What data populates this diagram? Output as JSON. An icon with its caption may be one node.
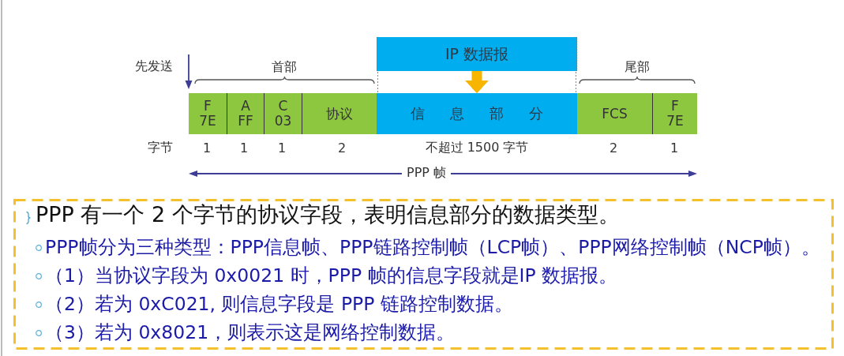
{
  "diagram": {
    "nodes": [
      {
        "text": [
          "IP 数据报"
        ]
      },
      {
        "text": [
          "F",
          "7E"
        ]
      },
      {
        "text": [
          "A",
          "FF"
        ]
      },
      {
        "text": [
          "C",
          "03"
        ]
      },
      {
        "text": [
          "协议"
        ]
      },
      {
        "text": [
          "信 息 部 分"
        ]
      },
      {
        "text": [
          "FCS"
        ]
      },
      {
        "text": [
          "F",
          "7E"
        ]
      },
      {
        "text": [
          "PPP 有一个 2 个字节的协议字段，表明信息部分的数据类型。",
          "PPP帧分为三种类型：PPP信息帧、PPP链路控制帧（LCP帧）、PPP网络控制帧（NCP帧）。",
          "（1）当协议字段为 0x0021 时，PPP 帧的信息字段就是IP 数据报。",
          "（2）若为 0xC021, 则信息字段是 PPP 链路控制数据。",
          "（3）若为 0x8021，则表示这是网络控制数据。"
        ]
      }
    ],
    "edges": [
      {
        "from": 0,
        "to": 5,
        "arrow": "to",
        "color": "#f7b500"
      }
    ],
    "labels": [
      "先发送",
      "首部",
      "尾部",
      "字节",
      "1",
      "1",
      "1",
      "2",
      "不超过 1500 字节",
      "2",
      "1",
      "PPP 帧"
    ]
  }
}
